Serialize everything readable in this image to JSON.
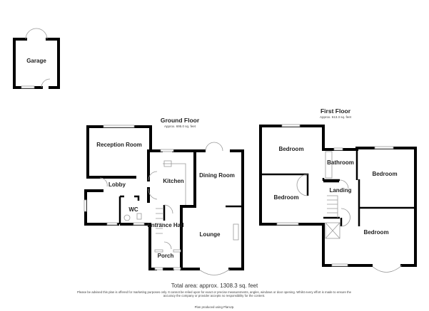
{
  "garage": {
    "label": "Garage"
  },
  "ground_floor": {
    "title": "Ground Floor",
    "area": "Approx. 695.0 sq. feet",
    "rooms": [
      "Reception Room",
      "Lobby",
      "Kitchen",
      "WC",
      "Dining Room",
      "Entrance Hall",
      "Lounge",
      "Porch"
    ]
  },
  "first_floor": {
    "title": "First Floor",
    "area": "Approx. 613.3 sq. feet",
    "rooms": [
      "Bedroom",
      "Bathroom",
      "Bedroom",
      "Landing",
      "Bedroom",
      "Bedroom"
    ]
  },
  "total_area": "Total area: approx. 1308.3 sq. feet",
  "disclaimer": "Please be advised this plan is offered for marketing purposes only. It cannot be relied upon for exact or precise measurements, angles, windows or door opening. Whilst every effort is made to ensure the accuracy the company or provider accepts no responsibility for the content.",
  "credit": "Plan produced using PlanUp."
}
